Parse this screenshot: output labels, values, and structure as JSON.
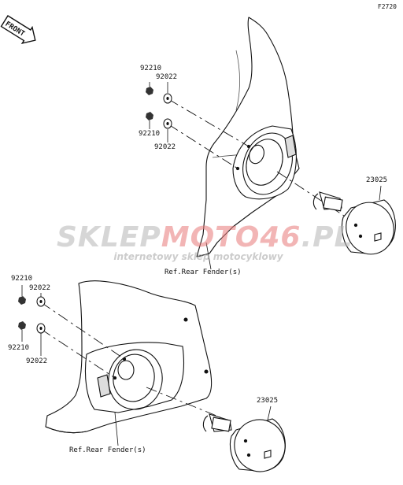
{
  "figure_code": "F2720",
  "front_label": "FRONT",
  "parts": [
    {
      "id": "nut_upper_top",
      "number": "92210"
    },
    {
      "id": "washer_upper_top",
      "number": "92022"
    },
    {
      "id": "nut_upper_bottom",
      "number": "92210"
    },
    {
      "id": "washer_upper_bottom",
      "number": "92022"
    },
    {
      "id": "speaker_upper",
      "number": "23025"
    },
    {
      "id": "nut_lower_top",
      "number": "92210"
    },
    {
      "id": "washer_lower_top",
      "number": "92022"
    },
    {
      "id": "nut_lower_bottom",
      "number": "92210"
    },
    {
      "id": "washer_lower_bottom",
      "number": "92022"
    },
    {
      "id": "speaker_lower",
      "number": "23025"
    }
  ],
  "references": {
    "upper": "Ref.Rear Fender(s)",
    "lower": "Ref.Rear Fender(s)"
  },
  "watermark": {
    "brand_part1": "SKLEP",
    "brand_part2": "MOTO46",
    "brand_part3": ".PL",
    "tagline": "internetowy sklep motocyklowy"
  }
}
